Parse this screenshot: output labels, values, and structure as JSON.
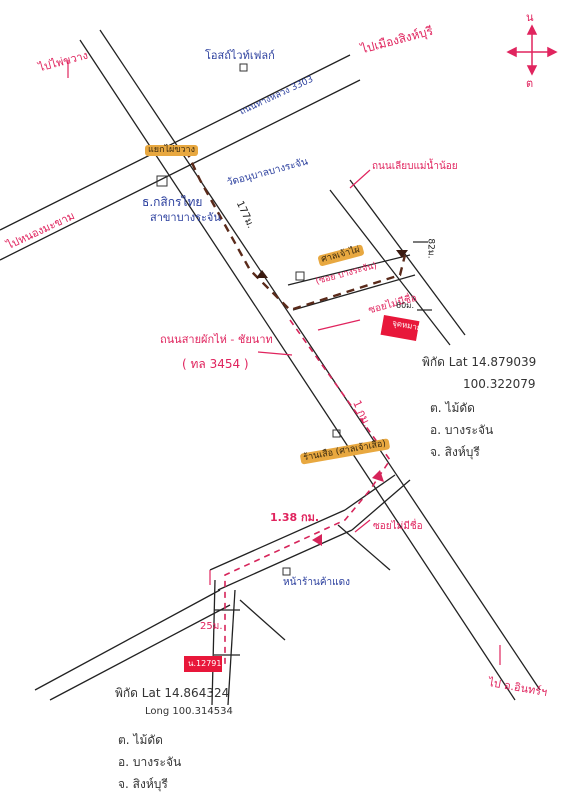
{
  "compass": {
    "north": "น",
    "south": "ต"
  },
  "labels": {
    "to_phai_khwang": "ไปไพ่ขวาง",
    "to_singburi": "ไปเมืองสิงห์บุรี",
    "to_nong_makham": "ไปหนองมะขาม",
    "to_in_buri": "ไป อ.อินทร์ฯ",
    "hotel": "โอสถ์ไวท์เฟลก์",
    "road_3303": "ถนนทางหลวง 3303",
    "junction_top": "แยกไผ่ขวาง",
    "bank": "ธ.กสิกรไทย",
    "bank_branch": "สาขาบางระจัน",
    "temple": "วัดอนุบาลบางระจัน",
    "river_road": "ถนนเลียบแม่น้ำน้อย",
    "dist_177": "177ม.",
    "shop_mid": "ศาลเจ้าไผ่",
    "alley_mid": "(ซอย บางระจัน)",
    "dist_82": "82ม.",
    "alley_label": "ซอยไม่มีชื่อ",
    "plot_top_tag": "จุดหมาย",
    "plot_top_dist": "60ม.",
    "highway_name": "ถนนสายผักไห่ - ชัยนาท",
    "highway_code": "( ทล 3454 )",
    "dist_1km": "1 กม.",
    "landmark_lower": "ร้านเสือ (ศาลเจ้าเสือ)",
    "dist_138": "1.38 กม.",
    "alley_lower": "ซอยไม่มีชื่อ",
    "shop_lower": "หน้าร้านค้าแดง",
    "dist_25": "25ม.",
    "plot_bottom_tag": "น.12791"
  },
  "coords_top": {
    "lat": "พิกัด  Lat 14.879039",
    "long": "100.322079",
    "tambon": "ต. ไม้ดัด",
    "amphoe": "อ. บางระจัน",
    "changwat": "จ. สิงห์บุรี"
  },
  "coords_bottom": {
    "lat": "พิกัด  Lat 14.864324",
    "long": "Long 100.314534",
    "tambon": "ต. ไม้ดัด",
    "amphoe": "อ. บางระจัน",
    "changwat": "จ. สิงห์บุรี"
  },
  "colors": {
    "road": "#222222",
    "route": "#d6245a",
    "route_dark": "#5a2a1a",
    "marker": "#e8173a",
    "highlight": "#e8a840",
    "text_red": "#e0245e",
    "text_blue": "#2b3f9e"
  }
}
